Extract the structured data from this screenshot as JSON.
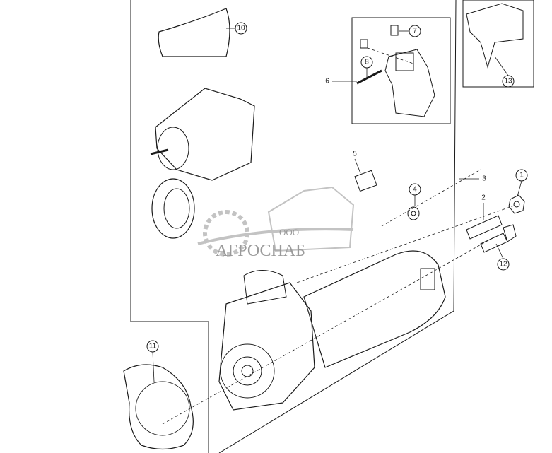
{
  "diagram": {
    "callouts": [
      {
        "id": "10",
        "circled": true
      },
      {
        "id": "7",
        "circled": true
      },
      {
        "id": "8",
        "circled": true
      },
      {
        "id": "6",
        "circled": false
      },
      {
        "id": "13",
        "circled": true
      },
      {
        "id": "5",
        "circled": false
      },
      {
        "id": "3",
        "circled": false
      },
      {
        "id": "4",
        "circled": true
      },
      {
        "id": "2",
        "circled": false
      },
      {
        "id": "1",
        "circled": true
      },
      {
        "id": "12",
        "circled": true
      },
      {
        "id": "11",
        "circled": true
      }
    ],
    "line_color": "#1a1a1a"
  },
  "watermark": {
    "prefix": "ООО",
    "name": "АГРОСНАБ",
    "color": "#9a9a9a"
  }
}
